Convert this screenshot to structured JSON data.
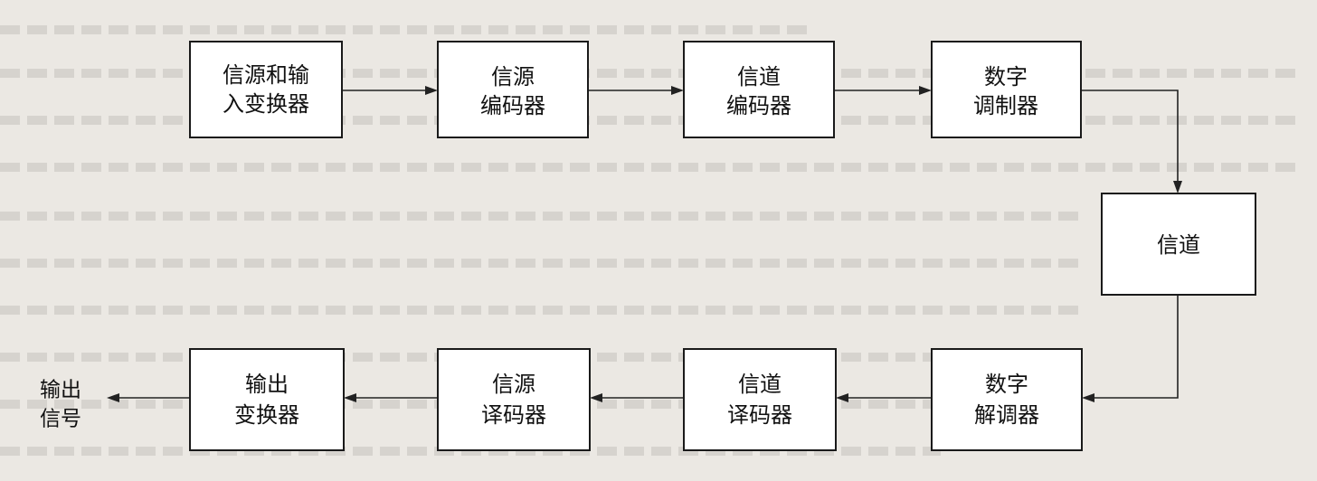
{
  "diagram": {
    "boxes": [
      {
        "id": "source-input-transducer",
        "lines": [
          "信源和输",
          "入变换器"
        ]
      },
      {
        "id": "source-encoder",
        "lines": [
          "信源",
          "编码器"
        ]
      },
      {
        "id": "channel-encoder",
        "lines": [
          "信道",
          "编码器"
        ]
      },
      {
        "id": "digital-modulator",
        "lines": [
          "数字",
          "调制器"
        ]
      },
      {
        "id": "channel",
        "lines": [
          "信道"
        ]
      },
      {
        "id": "digital-demodulator",
        "lines": [
          "数字",
          "解调器"
        ]
      },
      {
        "id": "channel-decoder",
        "lines": [
          "信道",
          "译码器"
        ]
      },
      {
        "id": "source-decoder",
        "lines": [
          "信源",
          "译码器"
        ]
      },
      {
        "id": "output-transducer",
        "lines": [
          "输出",
          "变换器"
        ]
      }
    ],
    "output_label": [
      "输出",
      "信号"
    ]
  }
}
